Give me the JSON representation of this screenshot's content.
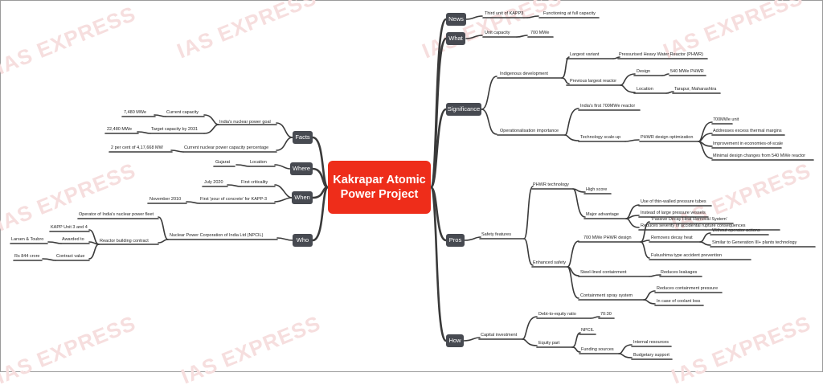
{
  "title": "Kakrapar Atomic Power Project",
  "watermark": "IAS EXPRESS",
  "colors": {
    "center": "#ee2d1a",
    "main_node": "#474a51",
    "line": "#3a3a3a"
  },
  "right": {
    "news": {
      "label": "News",
      "third_unit": "Third unit of KAPP3",
      "functioning": "Functioning at full capacity"
    },
    "what": {
      "label": "What",
      "unit_capacity": "Unit capacity",
      "capacity_value": "700 MWe"
    },
    "significance": {
      "label": "Significance",
      "indigenous": "Indigenous development",
      "largest_variant": "Largest variant",
      "phwr_full": "Pressurised Heavy Water Reactor (PHWR)",
      "previous_largest": "Previous largest reactor",
      "design": "Design",
      "design_value": "540 MWe PHWR",
      "location": "Location",
      "location_value": "Tarapur, Maharashtra",
      "operationalisation": "Operationalisation importance",
      "first_700": "India's first 700MWe reactor",
      "scaleup": "Technology scale-up",
      "phwr_opt": "PHWR design optimization",
      "opt_items": [
        "700MWe unit",
        "Addresses excess thermal margins",
        "Improvement in economies-of-scale",
        "Minimal design changes from 540 MWe reactor"
      ]
    },
    "pros": {
      "label": "Pros",
      "safety": "Safety features",
      "phwr_tech": "PHWR technology",
      "high_score": "High score",
      "major_adv": "Major advantage",
      "adv_items": [
        "Use of thin-walled pressure tubes",
        "Instead of large pressure vessels",
        "Reduces severity of accidental rupture consequences"
      ],
      "enhanced": "Enhanced safety",
      "design700": "700 MWe PHWR design",
      "pdhrs": "'Passive Decay Heat Removal System'",
      "removes_heat": "Removes decay heat",
      "without_op": "Without operator actions",
      "similar_gen": "Similar to Generation III+ plants technology",
      "fukushima": "Fukushima type accident prevention",
      "steel": "Steel-lined containment",
      "leakages": "Reduces leakages",
      "spray": "Containment spray system",
      "reduces_pressure": "Reduces containment pressure",
      "coolant_loss": "In case of coolant loss"
    },
    "how": {
      "label": "How",
      "capital": "Capital investment",
      "debt": "Debt-to-equity ratio",
      "ratio": "70:30",
      "equity": "Equity part",
      "npcil": "NPCIL",
      "funding": "Funding sources",
      "internal": "Internal resources",
      "budgetary": "Budgetary support"
    }
  },
  "left": {
    "facts": {
      "label": "Facts",
      "goal": "India's nuclear power goal",
      "current": "Current capacity",
      "current_value": "7,480 MWe",
      "target": "Target capacity by 2031",
      "target_value": "22,480 MWe",
      "percentage": "Current nuclear power capacity percentage",
      "percentage_value": "2 per cent of 4,17,668 MW"
    },
    "where": {
      "label": "Where",
      "location": "Location",
      "location_value": "Gujarat"
    },
    "when": {
      "label": "When",
      "first_crit": "First criticality",
      "first_crit_value": "July 2020",
      "pour": "First 'pour of concrete' for KAPP-3",
      "pour_value": "November 2010"
    },
    "who": {
      "label": "Who",
      "npcil": "Nuclear Power Corporation of India Ltd (NPCIL)",
      "operator": "Operator of India's nuclear power fleet",
      "contract": "Reactor building contract",
      "kapp": "KAPP Unit 3 and 4",
      "awarded": "Awarded to",
      "awarded_value": "Larsen & Toubro",
      "contract_value": "Contract value",
      "contract_amount": "Rs 844 crore"
    }
  }
}
